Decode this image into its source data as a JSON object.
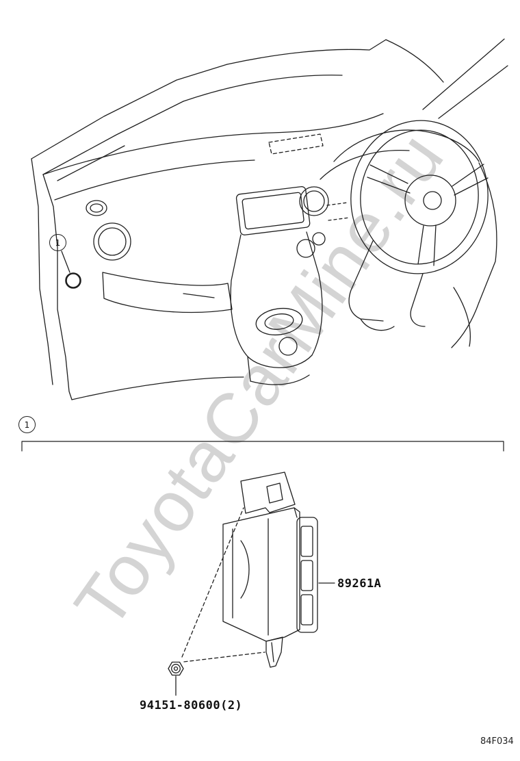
{
  "page": {
    "watermark": "ToyotaCarMine.ru",
    "diagram_code": "84F034"
  },
  "callouts": {
    "number": "1"
  },
  "parts": {
    "module": {
      "label": "89261A"
    },
    "nut": {
      "label": "94151-80600(2)"
    }
  },
  "colors": {
    "ink": "#1f1f1f",
    "watermark": "#d4d4d4"
  }
}
